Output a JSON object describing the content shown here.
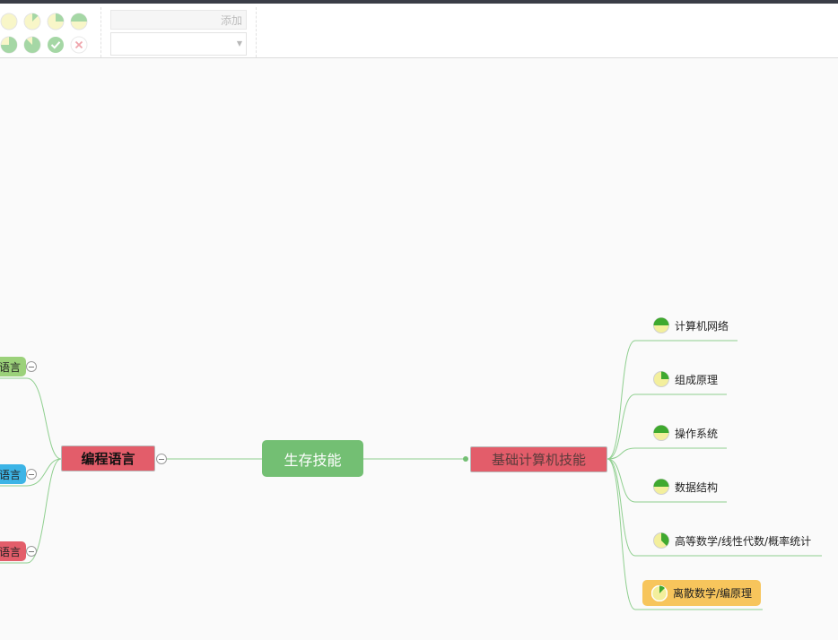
{
  "toolbar": {
    "progress_icons": [
      "progress-0-icon",
      "progress-1-icon",
      "progress-2-icon",
      "progress-3-icon",
      "progress-4-icon",
      "progress-5-icon",
      "progress-done-icon",
      "progress-remove-icon"
    ],
    "resource": {
      "add_label": "添加",
      "selected": ""
    }
  },
  "mindmap": {
    "root": {
      "label": "生存技能",
      "color": "#73bf73"
    },
    "left_branch": {
      "label": "编程语言",
      "color": "#e35d6a",
      "children": [
        {
          "label": "语言",
          "color": "#9bd17a"
        },
        {
          "label": "语言",
          "color": "#3cb4e6"
        },
        {
          "label": "语言",
          "color": "#e35d6a"
        }
      ]
    },
    "right_branch": {
      "label": "基础计算机技能",
      "color": "#e35d6a",
      "children": [
        {
          "label": "计算机网络",
          "progress": 0.5,
          "icon": "progress-half-icon"
        },
        {
          "label": "组成原理",
          "progress": 0.25,
          "icon": "progress-quarter-icon"
        },
        {
          "label": "操作系统",
          "progress": 0.5,
          "icon": "progress-half-icon"
        },
        {
          "label": "数据结构",
          "progress": 0.5,
          "icon": "progress-half-icon"
        },
        {
          "label": "高等数学/线性代数/概率统计",
          "progress": 0.375,
          "icon": "progress-three-eighths-icon"
        },
        {
          "label": "离散数学/编原理",
          "progress": 0.125,
          "icon": "progress-eighth-icon",
          "selected": true,
          "highlight": "#f7c55c"
        }
      ]
    }
  }
}
